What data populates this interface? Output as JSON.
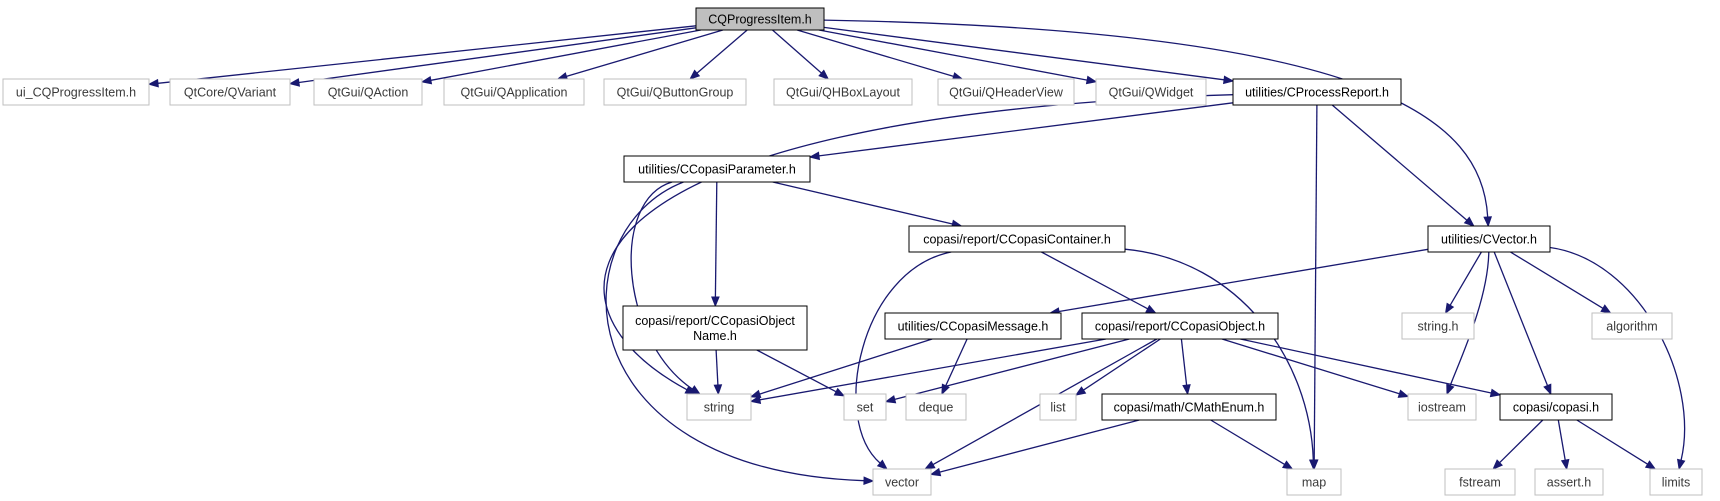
{
  "nodes": [
    {
      "id": "root",
      "label": "CQProgressItem.h",
      "style": "root"
    },
    {
      "id": "ui",
      "label": "ui_CQProgressItem.h",
      "style": "external"
    },
    {
      "id": "qvariant",
      "label": "QtCore/QVariant",
      "style": "external"
    },
    {
      "id": "qaction",
      "label": "QtGui/QAction",
      "style": "external"
    },
    {
      "id": "qapplication",
      "label": "QtGui/QApplication",
      "style": "external"
    },
    {
      "id": "qbuttongroup",
      "label": "QtGui/QButtonGroup",
      "style": "external"
    },
    {
      "id": "qhboxlayout",
      "label": "QtGui/QHBoxLayout",
      "style": "external"
    },
    {
      "id": "qheaderview",
      "label": "QtGui/QHeaderView",
      "style": "external"
    },
    {
      "id": "qwidget",
      "label": "QtGui/QWidget",
      "style": "external"
    },
    {
      "id": "cprocessreport",
      "label": "utilities/CProcessReport.h",
      "style": "internal"
    },
    {
      "id": "ccopasiparameter",
      "label": "utilities/CCopasiParameter.h",
      "style": "internal"
    },
    {
      "id": "cvector",
      "label": "utilities/CVector.h",
      "style": "internal"
    },
    {
      "id": "ccopasicontainer",
      "label": "copasi/report/CCopasiContainer.h",
      "style": "internal"
    },
    {
      "id": "ccopasiobjectname",
      "label": "copasi/report/CCopasiObject\nName.h",
      "style": "internal"
    },
    {
      "id": "ccopasimessage",
      "label": "utilities/CCopasiMessage.h",
      "style": "internal"
    },
    {
      "id": "ccopasiobject",
      "label": "copasi/report/CCopasiObject.h",
      "style": "internal"
    },
    {
      "id": "stringh",
      "label": "string.h",
      "style": "external"
    },
    {
      "id": "algorithm",
      "label": "algorithm",
      "style": "external"
    },
    {
      "id": "string",
      "label": "string",
      "style": "external"
    },
    {
      "id": "set",
      "label": "set",
      "style": "external"
    },
    {
      "id": "deque",
      "label": "deque",
      "style": "external"
    },
    {
      "id": "list",
      "label": "list",
      "style": "external"
    },
    {
      "id": "cmathenum",
      "label": "copasi/math/CMathEnum.h",
      "style": "internal"
    },
    {
      "id": "iostream",
      "label": "iostream",
      "style": "external"
    },
    {
      "id": "copasih",
      "label": "copasi/copasi.h",
      "style": "internal"
    },
    {
      "id": "vector",
      "label": "vector",
      "style": "external"
    },
    {
      "id": "map",
      "label": "map",
      "style": "external"
    },
    {
      "id": "fstream",
      "label": "fstream",
      "style": "external"
    },
    {
      "id": "asserth",
      "label": "assert.h",
      "style": "external"
    },
    {
      "id": "limits",
      "label": "limits",
      "style": "external"
    }
  ],
  "edges": [
    {
      "from": "root",
      "to": "ui"
    },
    {
      "from": "root",
      "to": "qvariant"
    },
    {
      "from": "root",
      "to": "qaction"
    },
    {
      "from": "root",
      "to": "qapplication"
    },
    {
      "from": "root",
      "to": "qbuttongroup"
    },
    {
      "from": "root",
      "to": "qhboxlayout"
    },
    {
      "from": "root",
      "to": "qheaderview"
    },
    {
      "from": "root",
      "to": "qwidget"
    },
    {
      "from": "root",
      "to": "cprocessreport"
    },
    {
      "from": "root",
      "to": "cvector"
    },
    {
      "from": "cprocessreport",
      "to": "ccopasiparameter"
    },
    {
      "from": "cprocessreport",
      "to": "string"
    },
    {
      "from": "cprocessreport",
      "to": "map"
    },
    {
      "from": "cprocessreport",
      "to": "cvector"
    },
    {
      "from": "ccopasiparameter",
      "to": "ccopasicontainer"
    },
    {
      "from": "ccopasiparameter",
      "to": "ccopasiobjectname"
    },
    {
      "from": "ccopasiparameter",
      "to": "string"
    },
    {
      "from": "ccopasiparameter",
      "to": "vector"
    },
    {
      "from": "ccopasicontainer",
      "to": "ccopasiobject"
    },
    {
      "from": "ccopasicontainer",
      "to": "vector"
    },
    {
      "from": "ccopasicontainer",
      "to": "map"
    },
    {
      "from": "ccopasiobjectname",
      "to": "string"
    },
    {
      "from": "ccopasiobjectname",
      "to": "set"
    },
    {
      "from": "cvector",
      "to": "ccopasimessage"
    },
    {
      "from": "cvector",
      "to": "stringh"
    },
    {
      "from": "cvector",
      "to": "algorithm"
    },
    {
      "from": "cvector",
      "to": "iostream"
    },
    {
      "from": "cvector",
      "to": "copasih"
    },
    {
      "from": "cvector",
      "to": "limits"
    },
    {
      "from": "ccopasimessage",
      "to": "string"
    },
    {
      "from": "ccopasimessage",
      "to": "deque"
    },
    {
      "from": "ccopasiobject",
      "to": "string"
    },
    {
      "from": "ccopasiobject",
      "to": "set"
    },
    {
      "from": "ccopasiobject",
      "to": "list"
    },
    {
      "from": "ccopasiobject",
      "to": "cmathenum"
    },
    {
      "from": "ccopasiobject",
      "to": "iostream"
    },
    {
      "from": "ccopasiobject",
      "to": "copasih"
    },
    {
      "from": "ccopasiobject",
      "to": "vector"
    },
    {
      "from": "cmathenum",
      "to": "vector"
    },
    {
      "from": "cmathenum",
      "to": "map"
    },
    {
      "from": "copasih",
      "to": "fstream"
    },
    {
      "from": "copasih",
      "to": "asserth"
    },
    {
      "from": "copasih",
      "to": "limits"
    }
  ],
  "colors": {
    "edge": "#191970",
    "root_fill": "#bfbfbf",
    "node_border": "#000000",
    "external_border": "#bfbfbf",
    "text": "#000000"
  }
}
